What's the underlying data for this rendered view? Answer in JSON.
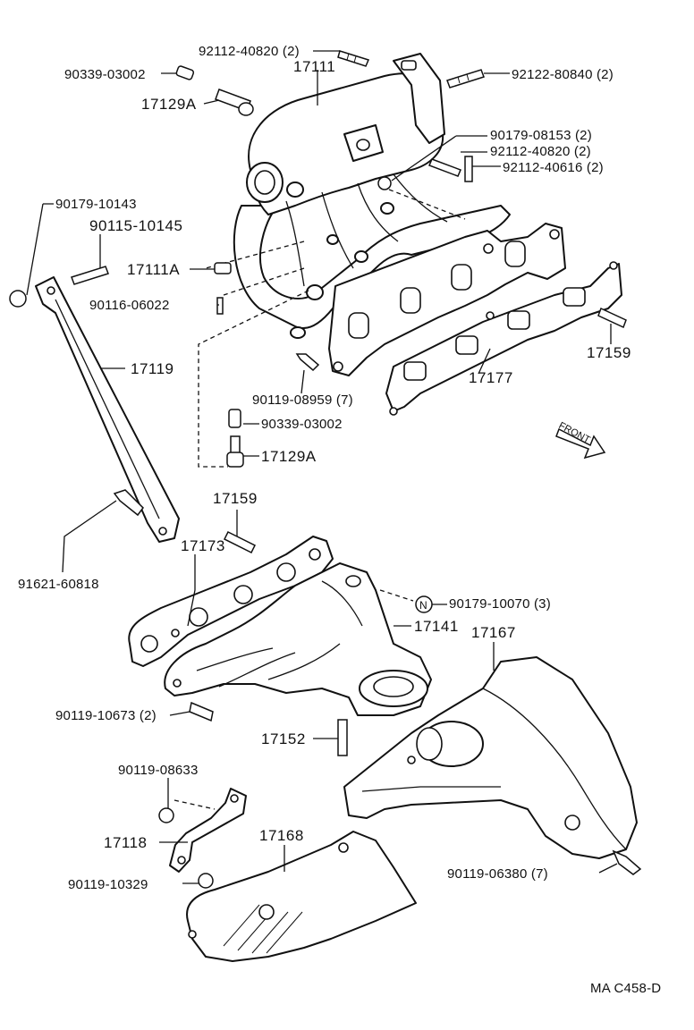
{
  "diagram": {
    "footer_code": "MA C458-D",
    "front_label": "FRONT",
    "nut_symbol": "N",
    "labels": [
      "92112-40820 (2)",
      "90339-03002",
      "17111",
      "92122-80840 (2)",
      "17129A",
      "90179-08153 (2)",
      "92112-40820 (2)",
      "92112-40616 (2)",
      "90179-10143",
      "90115-10145",
      "17111A",
      "90116-06022",
      "17159",
      "17119",
      "17177",
      "90119-08959 (7)",
      "90339-03002",
      "17129A",
      "17159",
      "17173",
      "91621-60818",
      "90179-10070 (3)",
      "17141",
      "17167",
      "90119-10673 (2)",
      "17152",
      "90119-08633",
      "17118",
      "17168",
      "90119-06380 (7)",
      "90119-10329"
    ]
  }
}
